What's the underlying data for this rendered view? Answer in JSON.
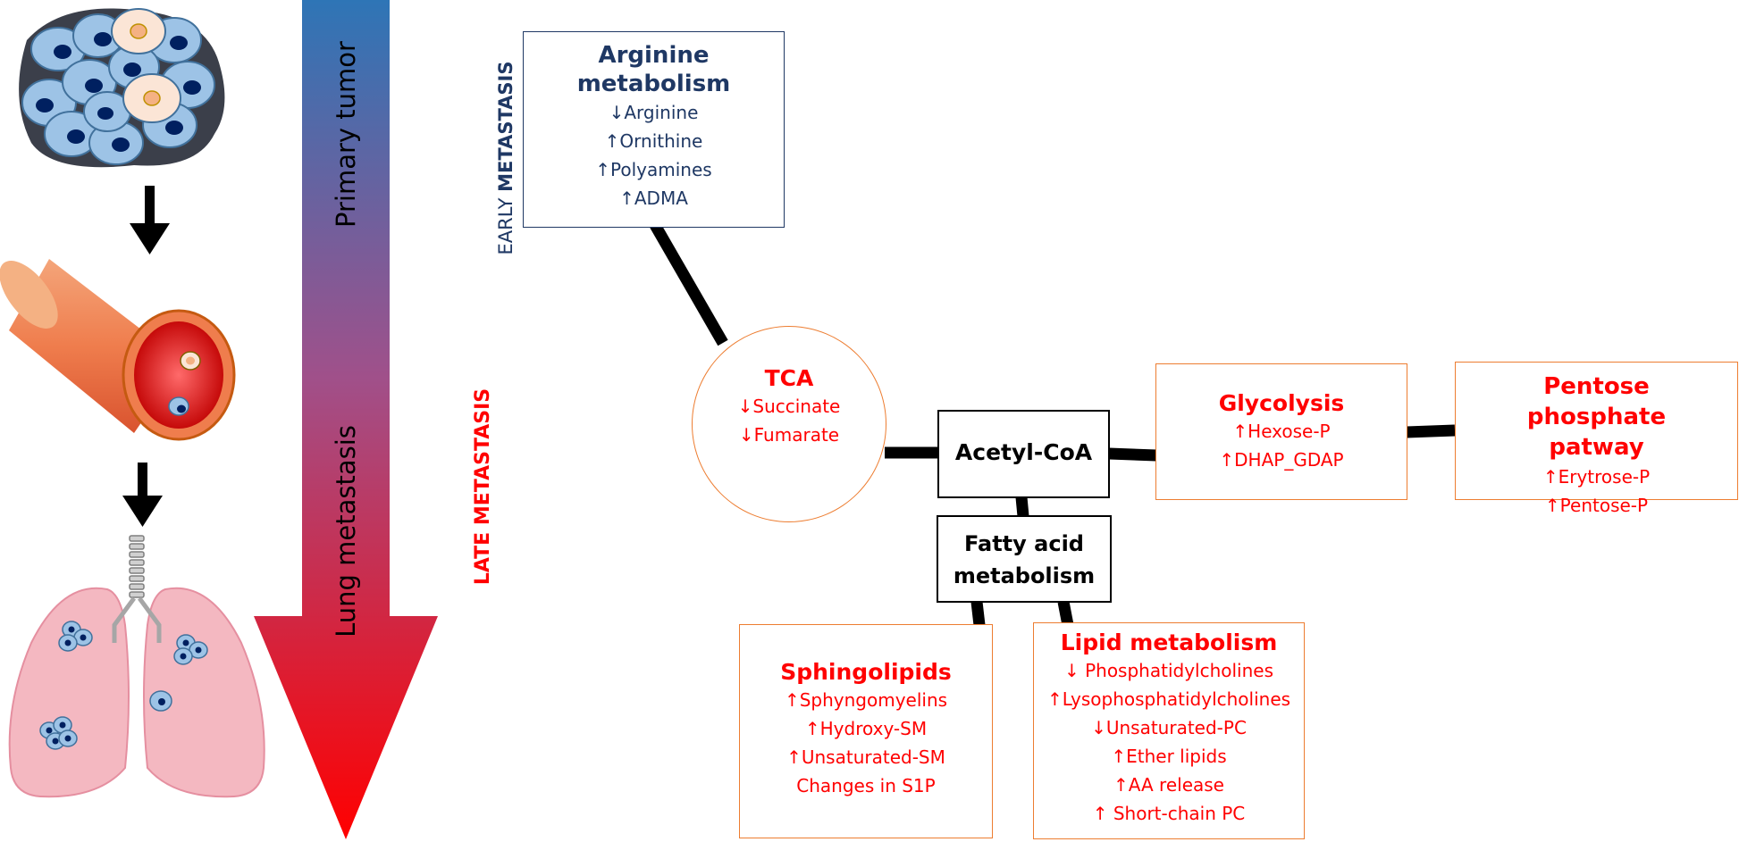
{
  "stage_labels": {
    "early": {
      "prefix": "EARLY ",
      "emphasis": "METASTASIS"
    },
    "late": "LATE METASTASIS"
  },
  "gradient_arrow": {
    "top_label": "Primary tumor",
    "bottom_label": "Lung metastasis",
    "colors": {
      "top": "#2e75b6",
      "middle": "#a0508a",
      "bottom": "#ff0000"
    }
  },
  "boxes": {
    "arginine": {
      "title": "Arginine metabolism",
      "items": [
        "↓Arginine",
        "↑Ornithine",
        "↑Polyamines",
        "↑ADMA"
      ]
    },
    "tca": {
      "title": "TCA",
      "items": [
        "↓Succinate",
        "↓Fumarate"
      ]
    },
    "acetyl_coa": {
      "title": "Acetyl-CoA"
    },
    "fatty_acid": {
      "title": "Fatty acid metabolism"
    },
    "glycolysis": {
      "title": "Glycolysis",
      "items": [
        "↑Hexose-P",
        "↑DHAP_GDAP"
      ]
    },
    "pentose": {
      "title": "Pentose phosphate patway",
      "items": [
        "↑Erytrose-P",
        "↑Pentose-P"
      ]
    },
    "sphingolipids": {
      "title": "Sphingolipids",
      "items": [
        "↑Sphyngomyelins",
        "↑Hydroxy-SM",
        "↑Unsaturated-SM",
        "Changes in S1P"
      ]
    },
    "lipid": {
      "title": "Lipid metabolism",
      "items": [
        "↓ Phosphatidylcholines",
        "↑Lysophosphatidylcholines",
        "↓Unsaturated-PC",
        "↑Ether lipids",
        "↑AA release",
        "↑ Short-chain PC"
      ]
    }
  },
  "colors": {
    "navy": "#1f3864",
    "red": "#ff0000",
    "orange_border": "#ed7d31"
  }
}
